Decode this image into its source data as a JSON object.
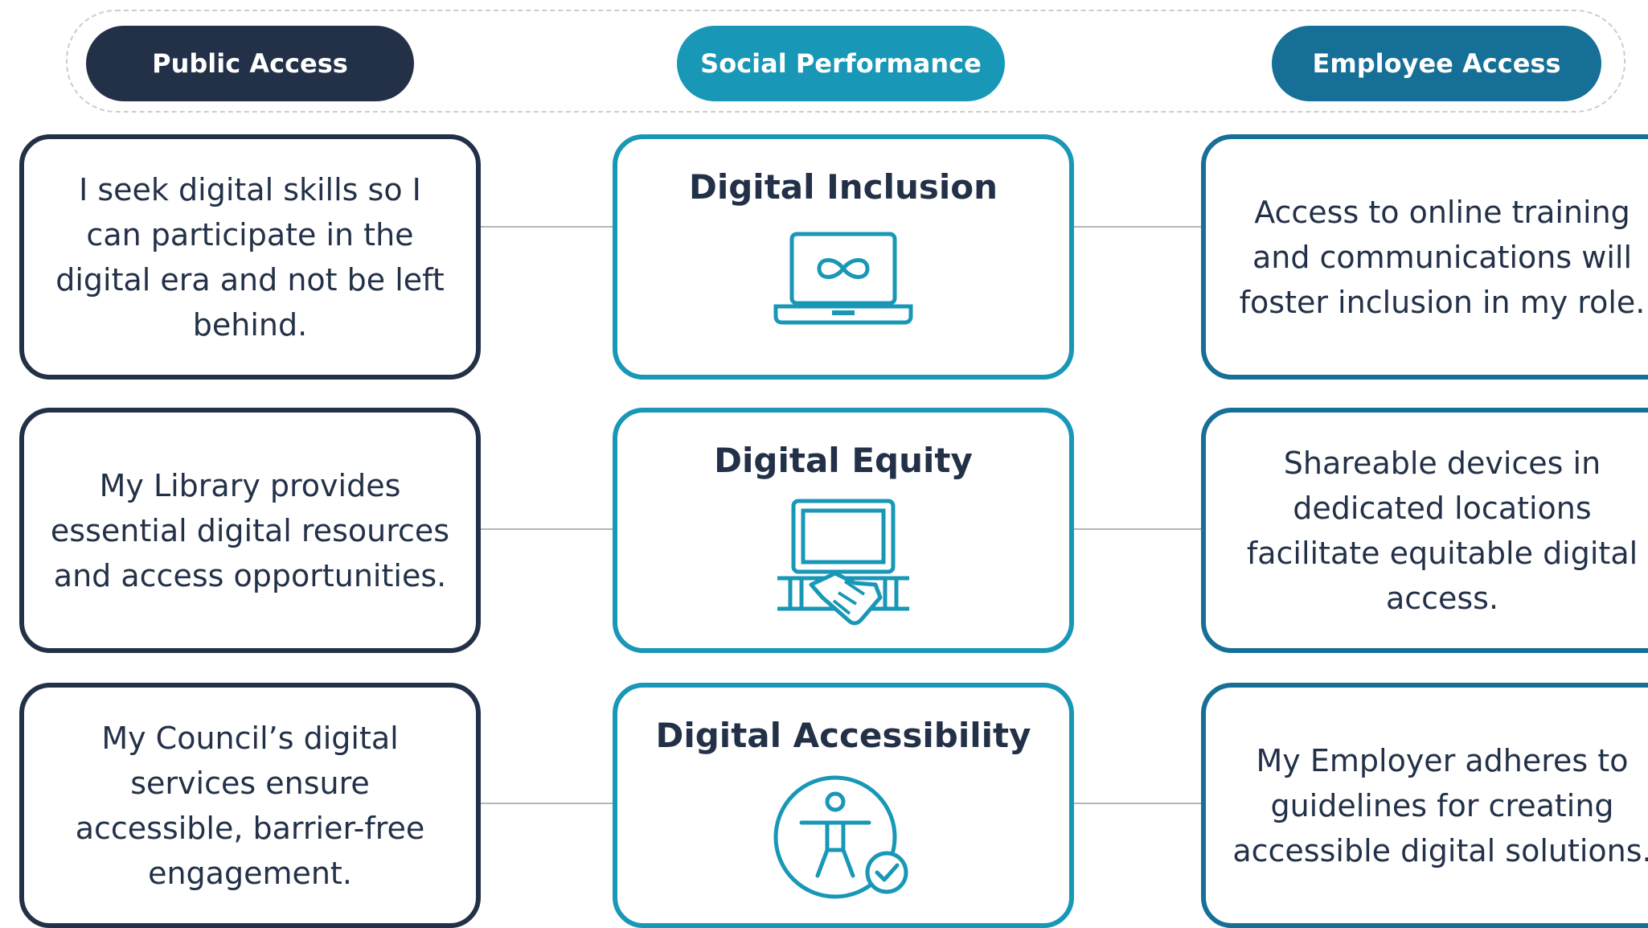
{
  "header": {
    "public_access": "Public Access",
    "social_performance": "Social Performance",
    "employee_access": "Employee Access"
  },
  "rows": [
    {
      "left": "I seek digital skills so I can participate in the digital era and not be left behind.",
      "middle_title": "Digital Inclusion",
      "middle_icon": "laptop-infinity-icon",
      "right": "Access to online training and communications will foster inclusion in my role."
    },
    {
      "left": "My Library provides essential digital resources and access opportunities.",
      "middle_title": "Digital Equity",
      "middle_icon": "laptop-handshake-icon",
      "right": "Shareable devices in dedicated locations facilitate equitable digital access."
    },
    {
      "left": "My Council’s digital services ensure accessible, barrier-free engagement.",
      "middle_title": "Digital Accessibility",
      "middle_icon": "accessibility-person-check-icon",
      "right": "My Employer adheres to guidelines for creating accessible digital solutions."
    }
  ],
  "colors": {
    "navy": "#233148",
    "teal": "#1897b6",
    "blue": "#166f96"
  }
}
